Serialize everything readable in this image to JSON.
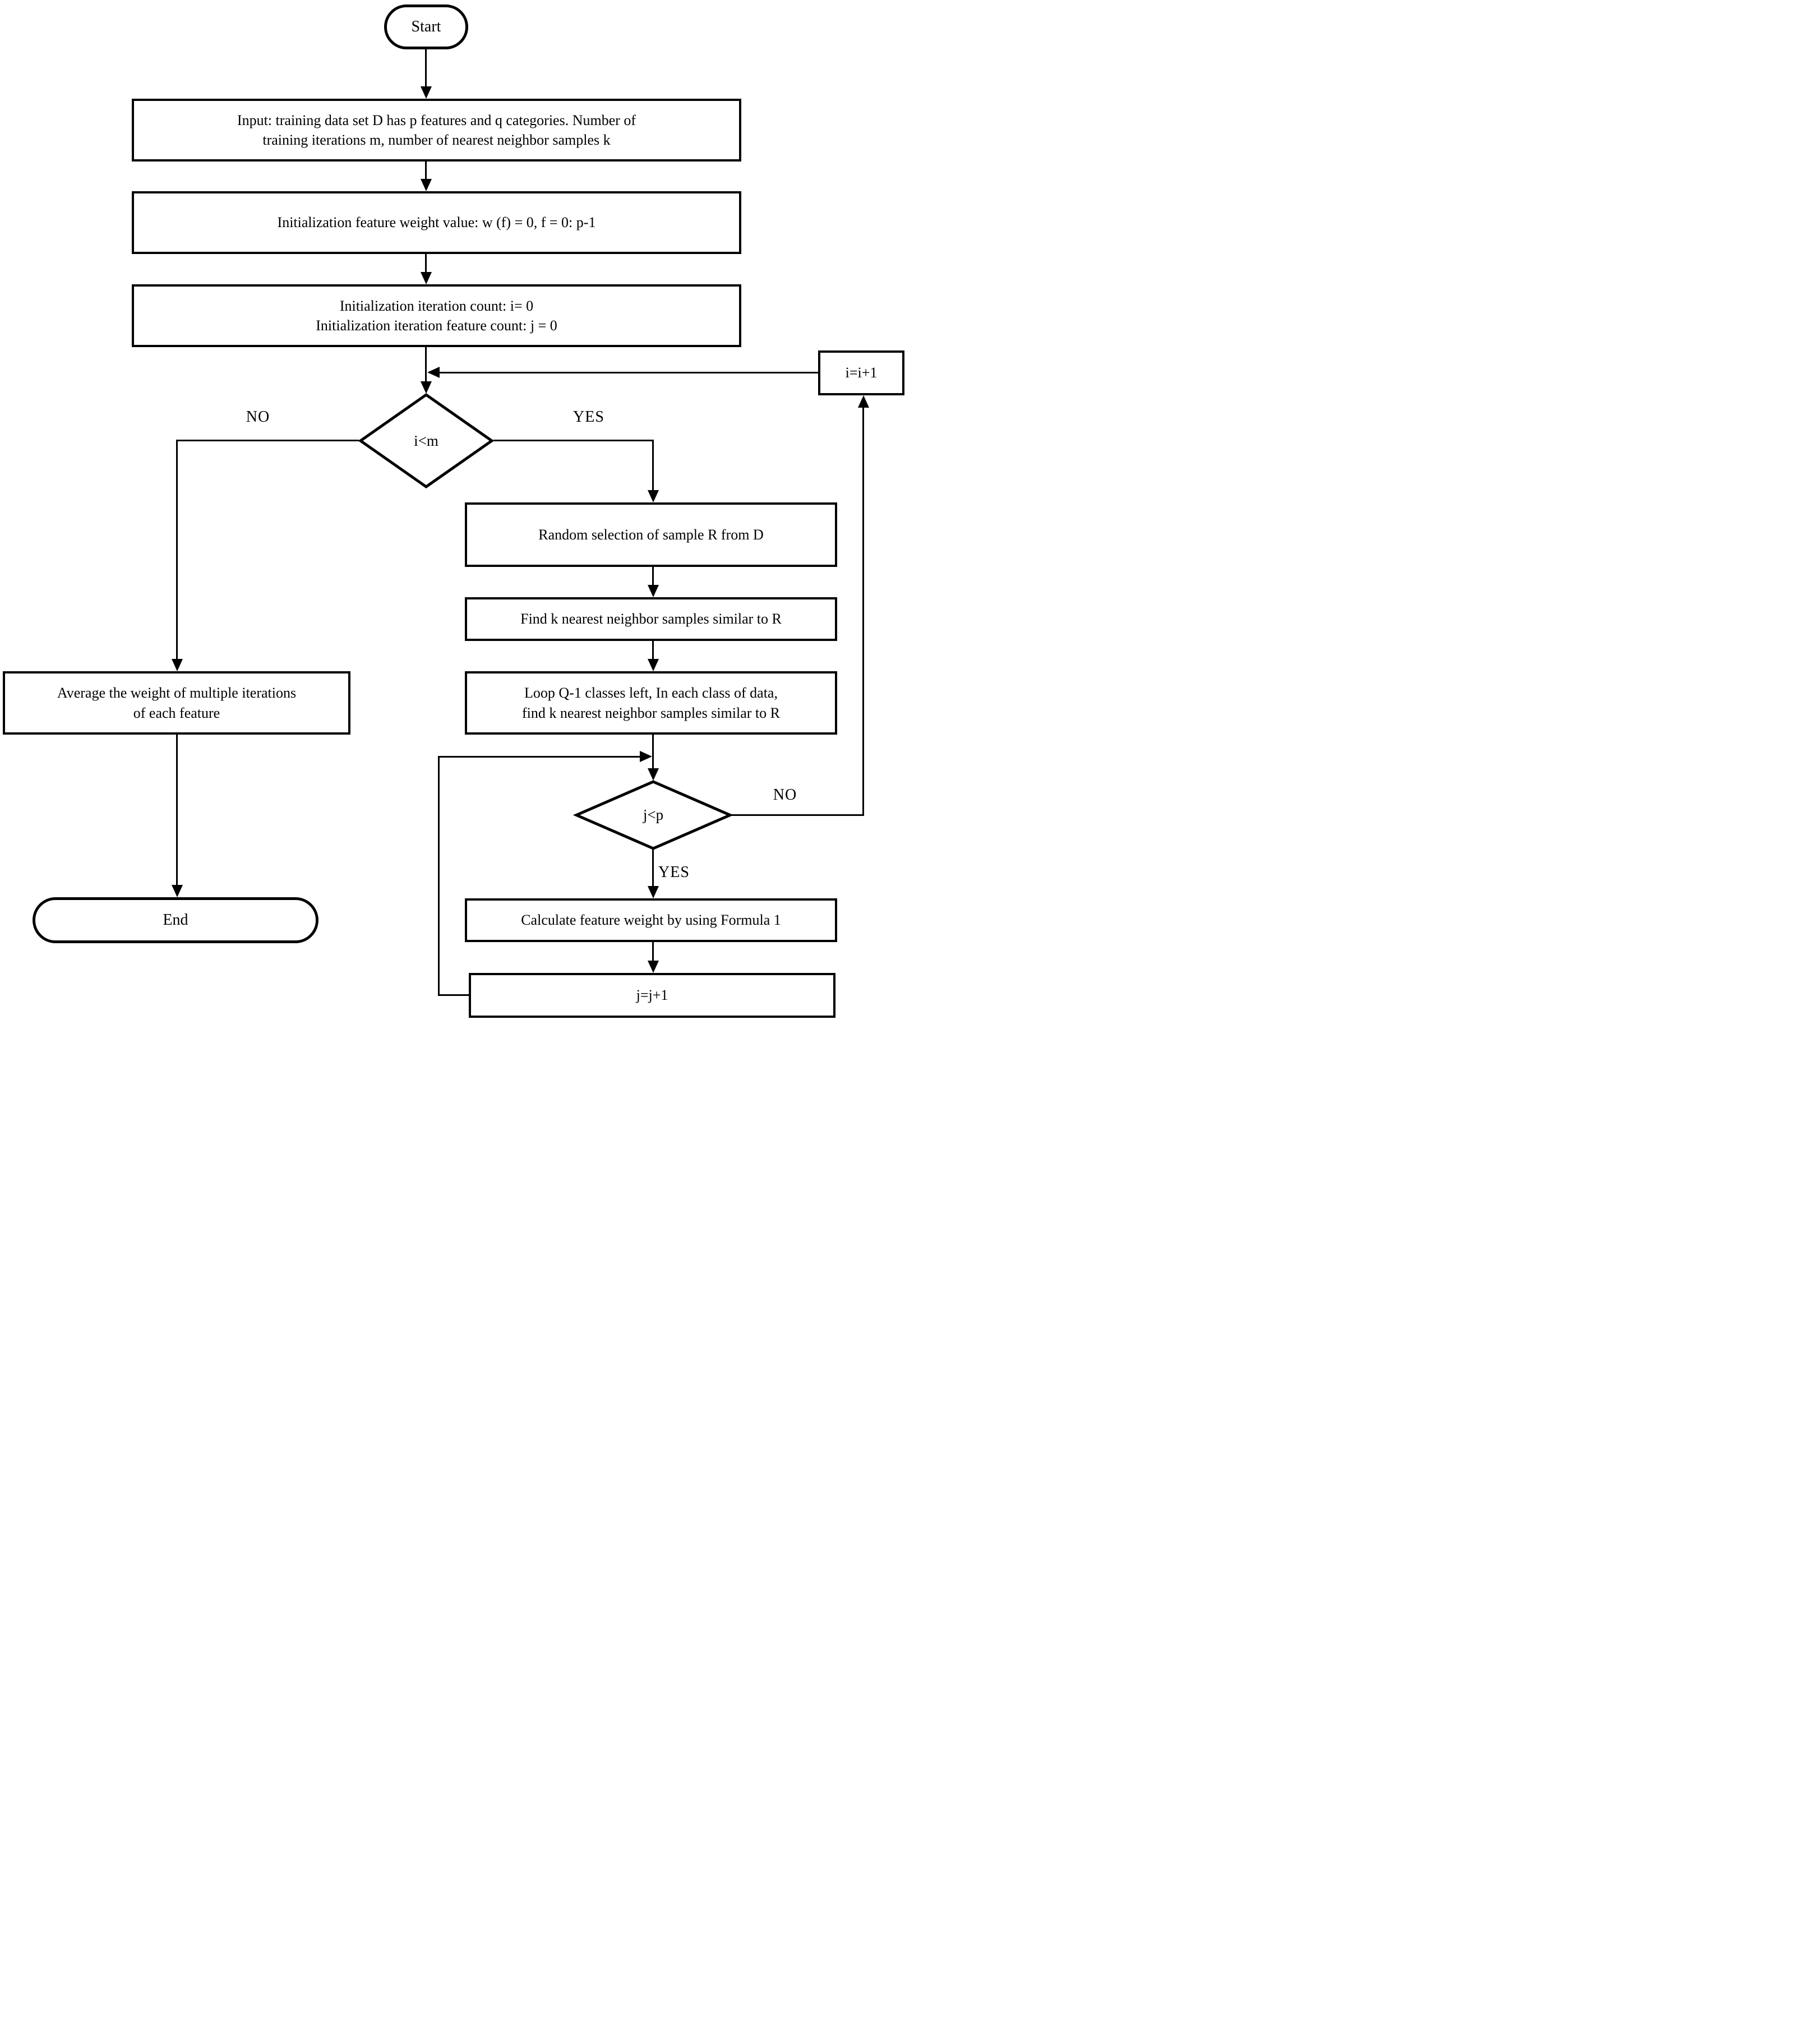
{
  "diagram": {
    "title": "Relief feature weighting flowchart",
    "colors": {
      "stroke": "#000000",
      "background": "#ffffff"
    },
    "nodes": {
      "start": {
        "label": "Start"
      },
      "input": {
        "line1": "Input: training data set D has p features and q categories. Number of",
        "line2": "training iterations m, number of nearest neighbor samples k"
      },
      "init_weight": {
        "label": "Initialization feature weight value: w (f) = 0, f = 0: p-1"
      },
      "init_counts": {
        "line1": "Initialization iteration count: i= 0",
        "line2": "Initialization iteration feature count: j = 0"
      },
      "decision_i": {
        "label": "i<m"
      },
      "increment_i": {
        "label": "i=i+1"
      },
      "random_selection": {
        "label": "Random selection of sample R from D"
      },
      "find_k": {
        "label": "Find k nearest neighbor samples similar to R"
      },
      "loop_q": {
        "line1": "Loop Q-1 classes left, In each class of data,",
        "line2": "find k nearest neighbor samples similar to R"
      },
      "decision_j": {
        "label": "j<p"
      },
      "calc_weight": {
        "label": "Calculate feature weight by using Formula 1"
      },
      "increment_j": {
        "label": "j=j+1"
      },
      "average": {
        "line1": "Average the weight of multiple iterations",
        "line2": "of each feature"
      },
      "end": {
        "label": "End"
      }
    },
    "edge_labels": {
      "i_no": "NO",
      "i_yes": "YES",
      "j_no": "NO",
      "j_yes": "YES"
    }
  }
}
